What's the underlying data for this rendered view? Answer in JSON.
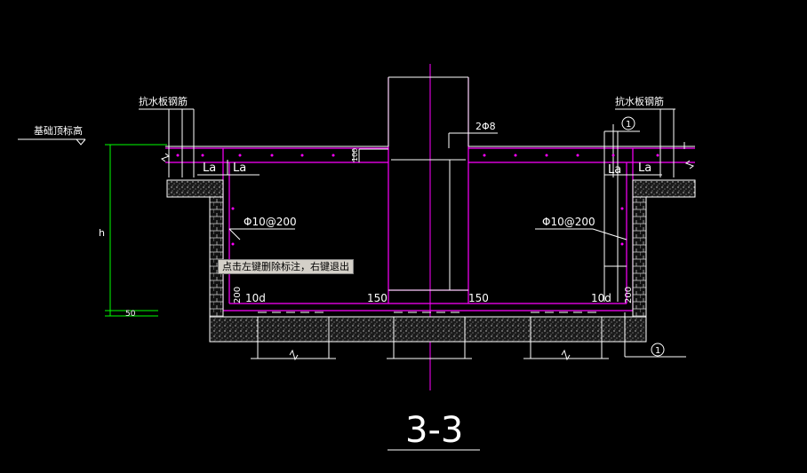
{
  "section_title": "3-3",
  "labels": {
    "base_top_elevation": "基础顶标高",
    "anti_water_slab_left": "抗水板钢筋",
    "anti_water_slab_right": "抗水板钢筋",
    "rebar_2phi8": "2Φ8",
    "la_1": "La",
    "la_2": "La",
    "la_3": "La",
    "la_4": "La",
    "phi_left": "Φ10@200",
    "phi_right": "Φ10@200",
    "tend_left": "10d",
    "tend_right": "10d",
    "dim_150_left": "150",
    "dim_150_right": "150",
    "dim_h": "h",
    "dim_small_left": "100",
    "dim_small_bottom": "50",
    "side_200_left": "200",
    "side_200_right": "200",
    "circle_1_top": "1",
    "circle_1_bottom": "1"
  },
  "tooltip": "点击左键删除标注，右键退出",
  "colors": {
    "background": "#000000",
    "line": "#ffffff",
    "rebar": "#ff00ff",
    "dimension": "#00ff00",
    "tooltip_bg": "#d4d0c8"
  }
}
